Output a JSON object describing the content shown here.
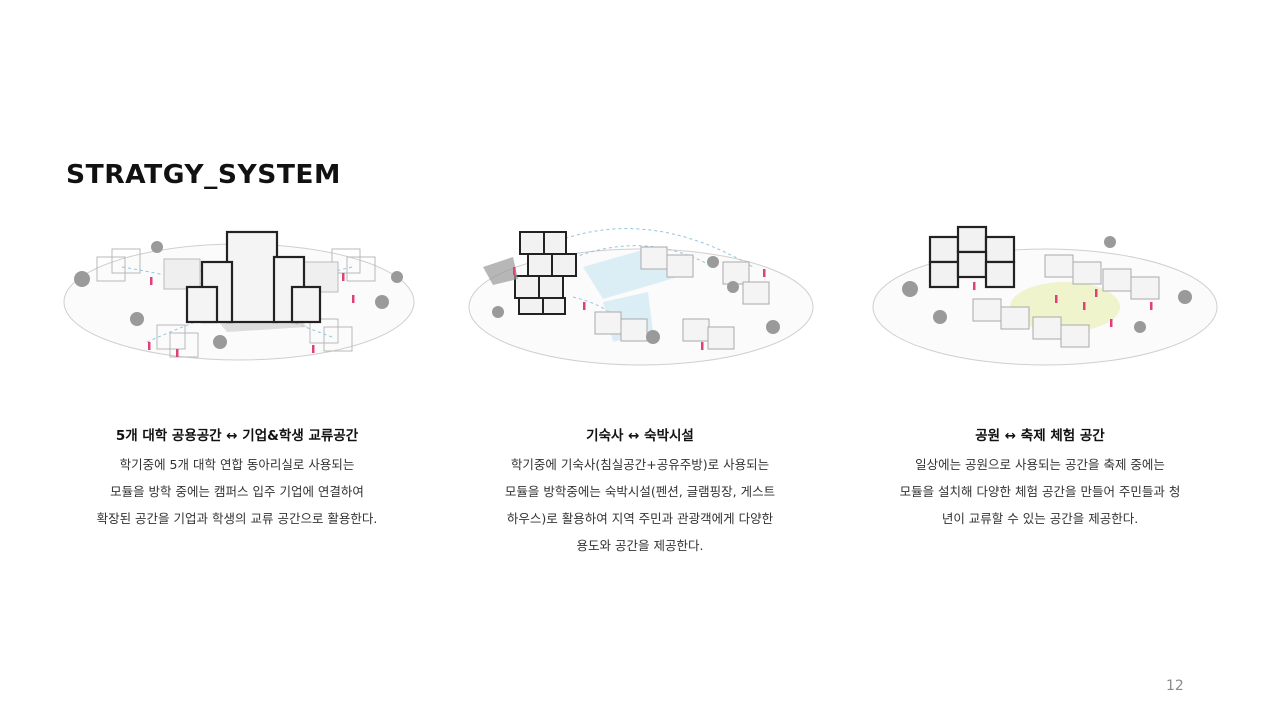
{
  "page": {
    "title": "STRATGY_SYSTEM",
    "page_number": "12"
  },
  "strategies": [
    {
      "heading": "5개 대학 공용공간 ↔ 기업&학생 교류공간",
      "lines": [
        "학기중에 5개 대학 연합 동아리실로 사용되는",
        "모듈을 방학 중에는 캠퍼스 입주 기업에 연결하여",
        "확장된 공간을 기업과 학생의 교류 공간으로 활용한다."
      ]
    },
    {
      "heading": "기숙사 ↔ 숙박시설",
      "lines": [
        "학기중에 기숙사(침실공간+공유주방)로 사용되는",
        "모듈을 방학중에는 숙박시설(펜션, 글램핑장, 게스트",
        "하우스)로 활용하여 지역 주민과 관광객에게 다양한",
        "용도와 공간을 제공한다."
      ]
    },
    {
      "heading": "공원 ↔ 축제 체험 공간",
      "lines": [
        "일상에는 공원으로 사용되는 공간을 축제 중에는",
        "모듈을 설치해 다양한 체험 공간을 만들어 주민들과 청",
        "년이 교류할 수 있는 공간을 제공한다."
      ]
    }
  ]
}
